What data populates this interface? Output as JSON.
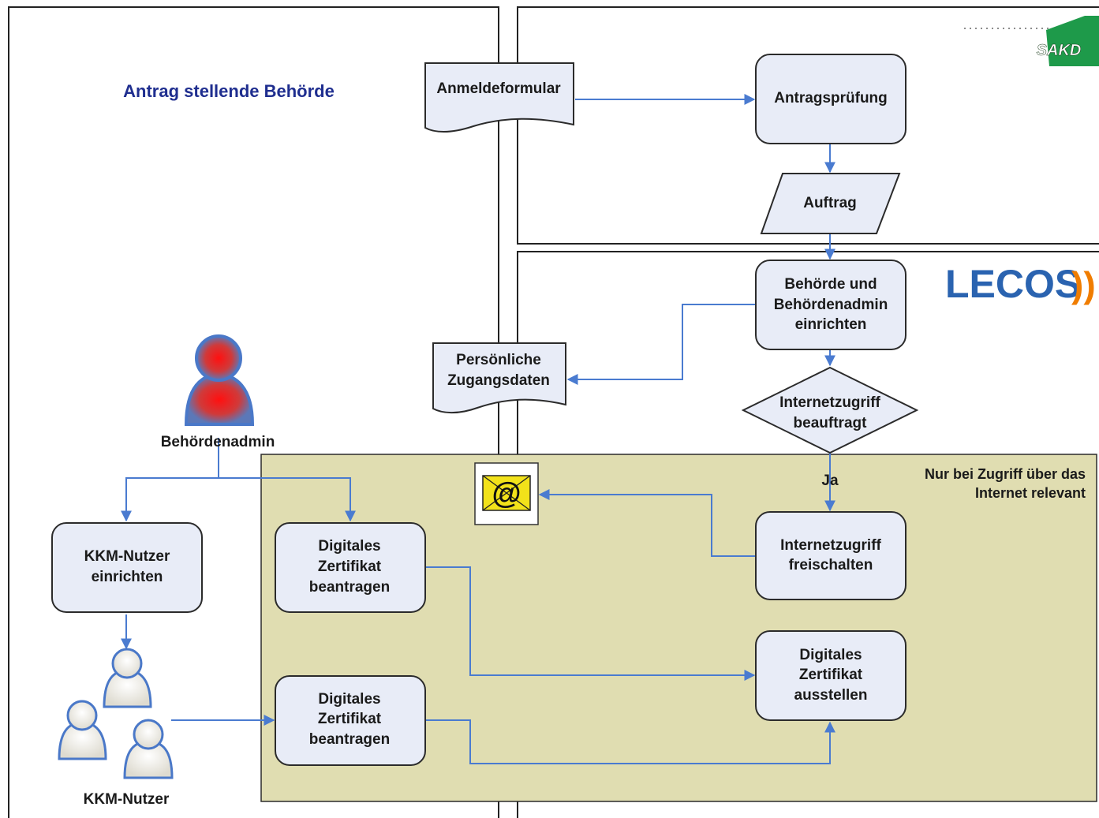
{
  "lanes": {
    "left_title": "Antrag stellende Behörde"
  },
  "logos": {
    "sakd": "SAKD",
    "lecos": "LECOS",
    "lecos_mark": "))"
  },
  "nodes": {
    "anmeldeformular": "Anmeldeformular",
    "antragspruefung": "Antragsprüfung",
    "auftrag": "Auftrag",
    "behoerde_einrichten": [
      "Behörde und",
      "Behördenadmin",
      "einrichten"
    ],
    "zugangsdaten": [
      "Persönliche",
      "Zugangsdaten"
    ],
    "internetzugriff_beauftragt": [
      "Internetzugriff",
      "beauftragt"
    ],
    "internetzugriff_freischalten": [
      "Internetzugriff",
      "freischalten"
    ],
    "kkm_einrichten": [
      "KKM-Nutzer",
      "einrichten"
    ],
    "zert_beantragen_1": [
      "Digitales",
      "Zertifikat",
      "beantragen"
    ],
    "zert_beantragen_2": [
      "Digitales",
      "Zertifikat",
      "beantragen"
    ],
    "zert_ausstellen": [
      "Digitales",
      "Zertifikat",
      "ausstellen"
    ]
  },
  "actors": {
    "behoerdenadmin": "Behördenadmin",
    "kkm_nutzer": "KKM-Nutzer"
  },
  "region": {
    "note": [
      "Nur bei Zugriff über das",
      "Internet relevant"
    ]
  },
  "edges": {
    "ja_label": "Ja"
  },
  "icons": {
    "email": "email-icon",
    "user": "user-icon"
  },
  "colors": {
    "connector": "#4a7bd0",
    "node_fill": "#e8ecf7",
    "region_fill": "#e0ddb1",
    "title_blue": "#1f2e8f",
    "lecos_blue": "#2a63b0",
    "lecos_orange": "#f07d00",
    "sakd_green": "#1e9a4a"
  }
}
